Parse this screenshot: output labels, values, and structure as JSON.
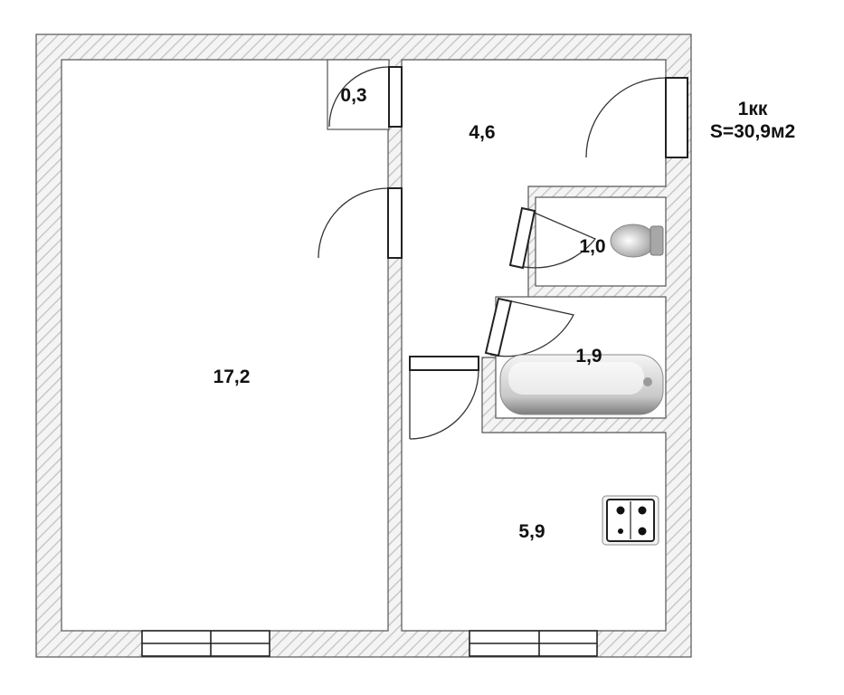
{
  "plan": {
    "title_line1": "1кк",
    "title_line2": "S=30,9м2",
    "rooms": [
      {
        "id": "living-room",
        "area": "17,2"
      },
      {
        "id": "closet",
        "area": "0,3"
      },
      {
        "id": "hallway",
        "area": "4,6"
      },
      {
        "id": "toilet",
        "area": "1,0"
      },
      {
        "id": "bathroom",
        "area": "1,9"
      },
      {
        "id": "kitchen",
        "area": "5,9"
      }
    ]
  },
  "colors": {
    "wall_hatch": "#cccccc",
    "outline": "#555555",
    "fixture": "#888888"
  }
}
